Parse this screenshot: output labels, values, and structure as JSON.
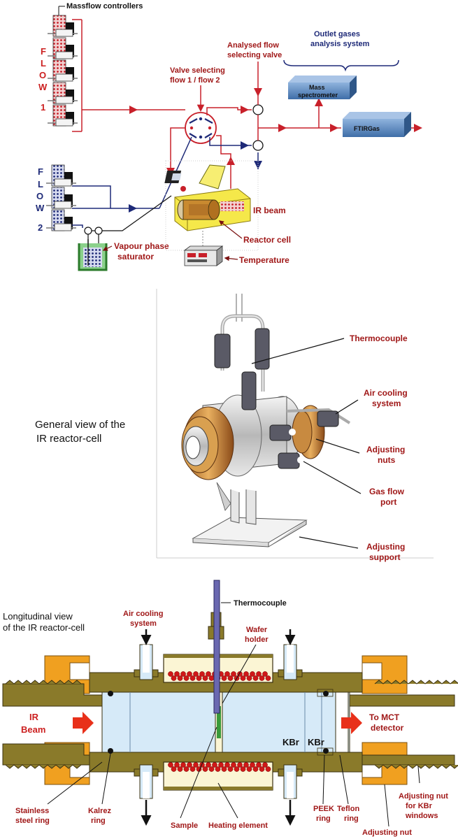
{
  "top": {
    "mfc_title": "Massflow controllers",
    "flow1_letters": [
      "F",
      "L",
      "O",
      "W",
      "1"
    ],
    "flow2_letters": [
      "F",
      "L",
      "O",
      "W",
      "2"
    ],
    "analysed_valve": [
      "Analysed flow",
      "selecting valve"
    ],
    "valve_selecting": [
      "Valve selecting",
      "flow 1 / flow 2"
    ],
    "outlet_system": [
      "Outlet gases",
      "analysis system"
    ],
    "mass_spec": [
      "Mass",
      "spectrometer"
    ],
    "ftir": "FTIRGas",
    "ir_beam": "IR beam",
    "reactor_cell": "Reactor cell",
    "vapour": [
      "Vapour phase",
      "saturator"
    ],
    "temperature": "Temperature"
  },
  "middle": {
    "general_view": [
      "General view  of the",
      "IR reactor-cell"
    ],
    "thermocouple": "Thermocouple",
    "air_cooling": [
      "Air cooling",
      "system"
    ],
    "adjusting_nuts": [
      "Adjusting",
      "nuts"
    ],
    "gas_flow": [
      "Gas flow",
      "port"
    ],
    "adjusting_support": [
      "Adjusting",
      "support"
    ]
  },
  "bottom": {
    "longitudinal": [
      "Longitudinal view",
      "of the  IR reactor-cell"
    ],
    "thermocouple": "Thermocouple",
    "air_cooling": [
      "Air cooling",
      "system"
    ],
    "wafer_holder": [
      "Wafer",
      "holder"
    ],
    "ir_beam": [
      "IR",
      "Beam"
    ],
    "to_mct": [
      "To MCT",
      "detector"
    ],
    "kbr_left": "KBr",
    "kbr_right": "KBr",
    "stainless": [
      "Stainless",
      "steel ring"
    ],
    "kalrez": [
      "Kalrez",
      "ring"
    ],
    "sample": "Sample",
    "heating": "Heating element",
    "peek": [
      "PEEK",
      "ring"
    ],
    "teflon": [
      "Teflon",
      "ring"
    ],
    "adj_nut_kbr": [
      "Adjusting nut",
      "for KBr",
      "windows"
    ],
    "adj_nut": "Adjusting nut"
  },
  "colors": {
    "flow1_red": "#c8202a",
    "flow2_navy": "#1e2a78",
    "label_red": "#a01818",
    "brass": "#8a7a2a",
    "orange_nut": "#f0a020",
    "window_blue": "#d6eaf8",
    "reactor_yellow": "#f5e84a",
    "box_blue": "#5b86b8"
  }
}
